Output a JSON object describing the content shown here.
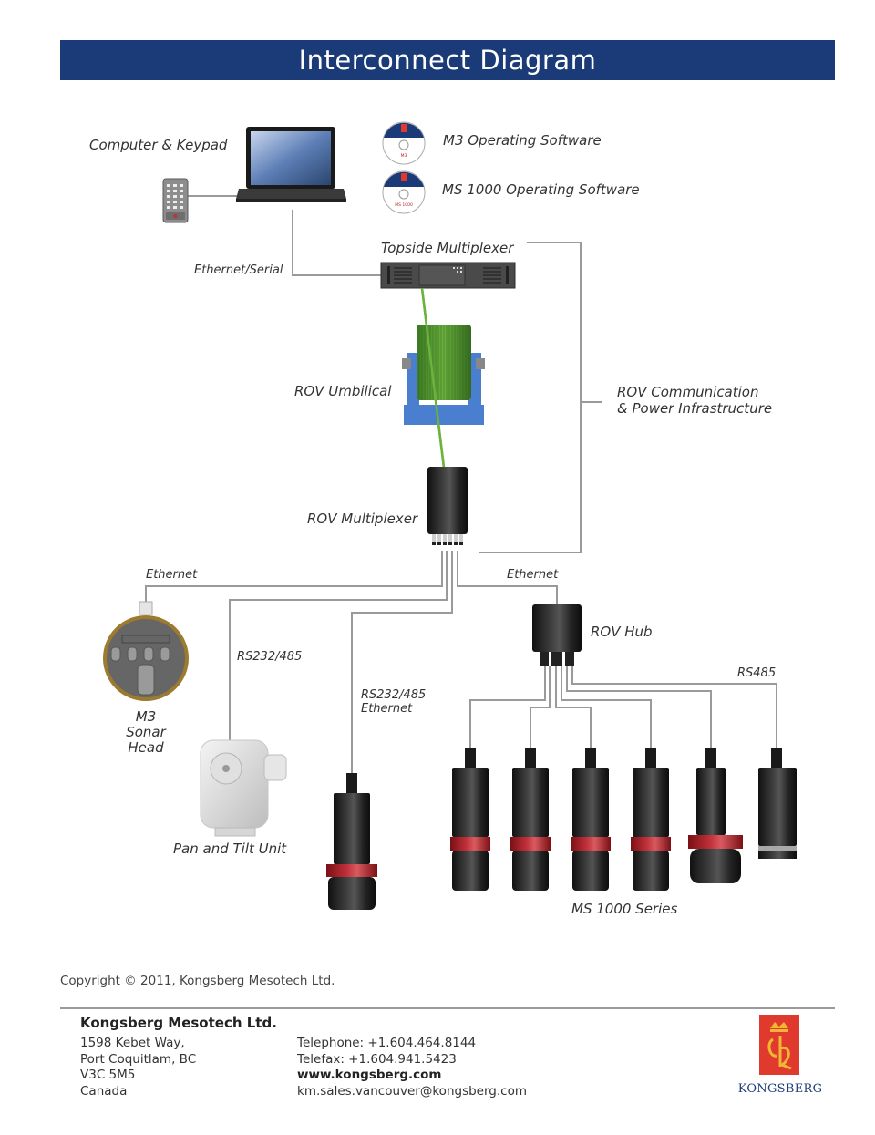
{
  "header": {
    "title": "Interconnect Diagram"
  },
  "colors": {
    "banner": "#1b3a78",
    "line": "#9a9a9a",
    "umbilical_green": "#5a9e2f",
    "winch_blue": "#4a7ecf",
    "device_black": "#1e1e1e",
    "accent_red": "#b3222a",
    "logo_red": "#e03a2f",
    "logo_text": "#1e3e7a"
  },
  "diagram": {
    "topside": {
      "computer_label": "Computer & Keypad",
      "software": [
        {
          "label": "M3 Operating Software",
          "icon": "cd-disc-icon"
        },
        {
          "label": "MS 1000 Operating Software",
          "icon": "cd-disc-icon"
        }
      ],
      "ethernet_serial_label": "Ethernet/Serial",
      "topside_multiplexer_label": "Topside Multiplexer"
    },
    "infrastructure": {
      "umbilical_label": "ROV Umbilical",
      "rov_multiplexer_label": "ROV Multiplexer",
      "bracket_label_line1": "ROV Communication",
      "bracket_label_line2": "& Power Infrastructure"
    },
    "subsea": {
      "ethernet_left_label": "Ethernet",
      "ethernet_right_label": "Ethernet",
      "sonar_label_line1": "M3",
      "sonar_label_line2": "Sonar",
      "sonar_label_line3": "Head",
      "pan_tilt_link_label": "RS232/485",
      "pan_tilt_label": "Pan and Tilt Unit",
      "sonar_link_line1": "RS232/485",
      "sonar_link_line2": "Ethernet",
      "hub_label": "ROV Hub",
      "rs485_label": "RS485",
      "series_label": "MS 1000 Series"
    }
  },
  "footer": {
    "copyright": "Copyright © 2011, Kongsberg Mesotech Ltd.",
    "company": "Kongsberg Mesotech Ltd.",
    "address": [
      "1598 Kebet Way,",
      "Port Coquitlam, BC",
      "V3C 5M5",
      "Canada"
    ],
    "telephone": "Telephone: +1.604.464.8144",
    "telefax": "Telefax: +1.604.941.5423",
    "website": "www.kongsberg.com",
    "email": "km.sales.vancouver@kongsberg.com",
    "logo_text": "KONGSBERG"
  }
}
